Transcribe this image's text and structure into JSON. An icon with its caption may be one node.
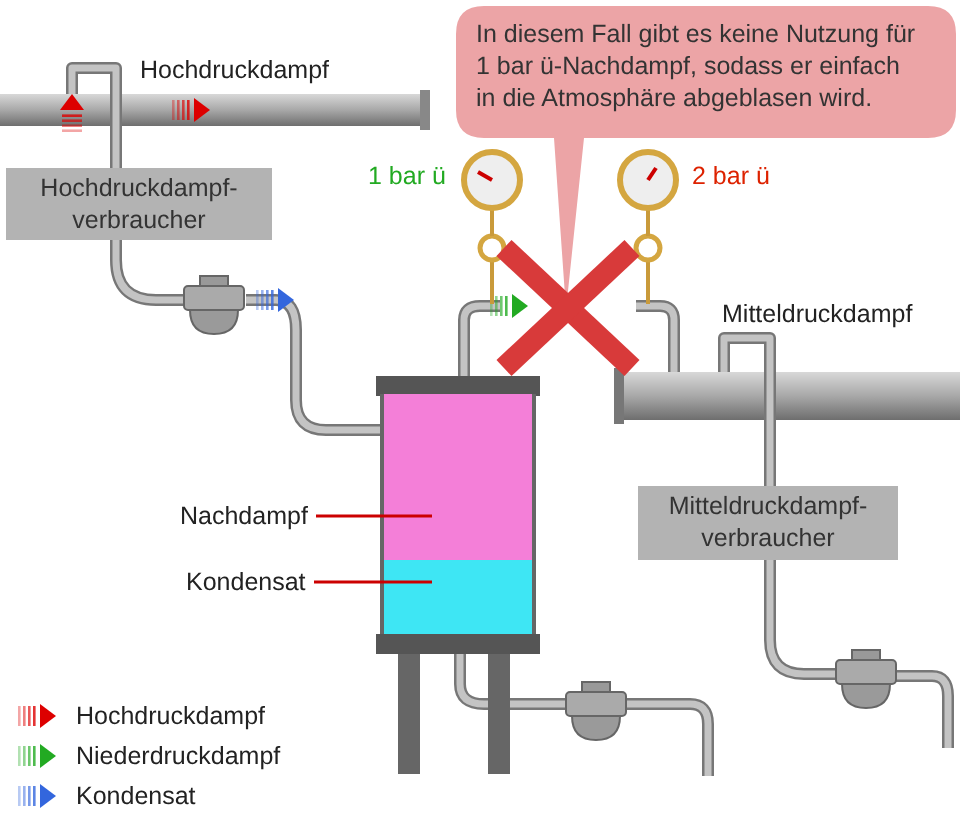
{
  "diagram": {
    "nodes": [
      {
        "text": [
          "Hochdruckdampf-verbraucher"
        ]
      },
      {
        "text": [
          "Mitteldruckdampf-verbraucher"
        ]
      },
      {
        "text": [
          "In diesem Fall gibt es keine Nutzung für 1 bar ü-Nachdampf, sodass er einfach in die Atmosphäre abgeblasen wird."
        ]
      },
      {
        "text": [
          "Nachdampf"
        ]
      },
      {
        "text": [
          "Kondensat"
        ]
      },
      {
        "text": [],
        "shape": "box"
      },
      {
        "text": [],
        "shape": "box"
      }
    ],
    "edges": [
      {
        "from": 3,
        "to": 5,
        "arrow": "none",
        "color": "#cc0000"
      },
      {
        "from": 4,
        "to": 6,
        "arrow": "none",
        "color": "#cc0000"
      }
    ],
    "labels": [
      "Hochdruckdampf",
      "1 bar ü",
      "2 bar ü",
      "Mitteldruckdampf"
    ],
    "legend": [
      {
        "text": "Hochdruckdampf",
        "color": "#dd0000"
      },
      {
        "text": "Niederdruckdampf",
        "color": "#22aa22"
      },
      {
        "text": "Kondensat",
        "color": "#3366dd"
      }
    ]
  }
}
